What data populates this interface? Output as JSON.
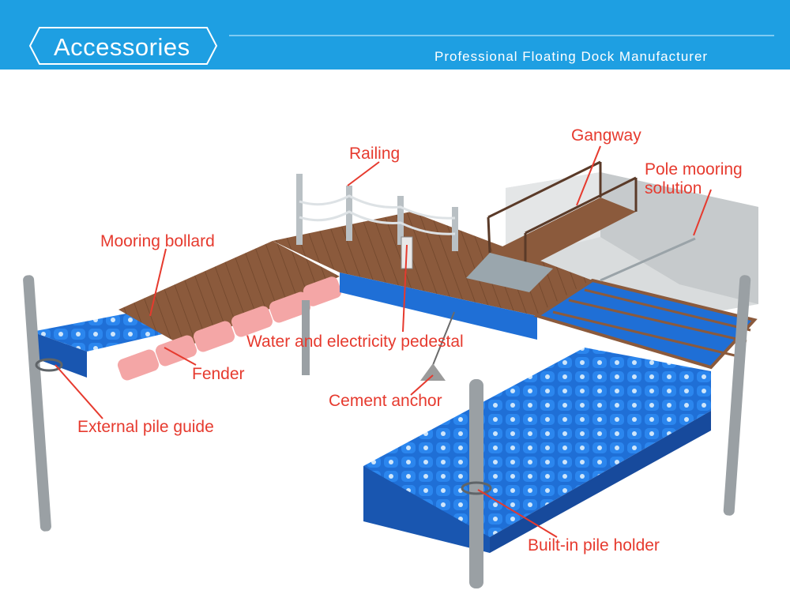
{
  "header": {
    "title": "Accessories",
    "subtitle": "Professional Floating Dock Manufacturer"
  },
  "labels": {
    "railing": "Railing",
    "gangway": "Gangway",
    "pole_mooring_line1": "Pole mooring",
    "pole_mooring_line2": "solution",
    "mooring_bollard": "Mooring bollard",
    "water_electricity_pedestal": "Water and electricity pedestal",
    "fender": "Fender",
    "cement_anchor": "Cement anchor",
    "external_pile_guide": "External pile guide",
    "built_in_pile_holder": "Built-in pile holder"
  },
  "colors": {
    "header_blue": "#1e9fe2",
    "label_red": "#e63a2e",
    "deck_brown": "#8b5a3c",
    "float_blue": "#1f6fd6",
    "fender_pink": "#f4a6a6"
  }
}
